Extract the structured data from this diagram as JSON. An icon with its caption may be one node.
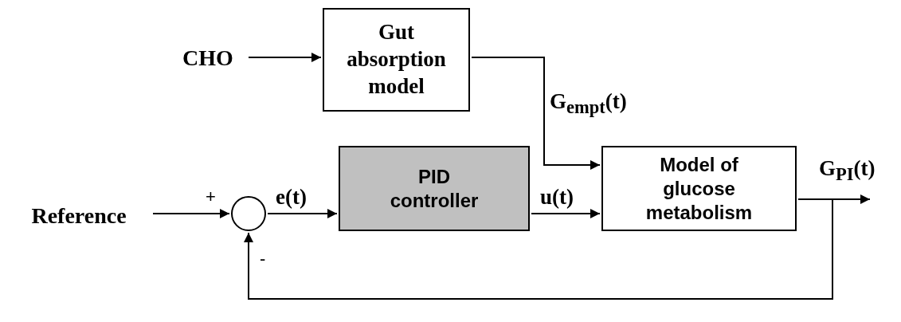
{
  "diagram": {
    "nodes": [
      {
        "text": [
          "CHO"
        ]
      },
      {
        "text": [
          "Gut absorption model"
        ]
      },
      {
        "text": [
          "Reference"
        ]
      },
      {
        "text": [],
        "shape": "circle"
      },
      {
        "text": [
          "PID controller"
        ]
      },
      {
        "text": [
          "Model of glucose metabolism"
        ]
      }
    ],
    "edges": [
      {
        "from": 0,
        "to": 1,
        "arrow": "to"
      },
      {
        "from": 1,
        "to": 5,
        "arrow": "to",
        "label": "G$_{empt}$(t)"
      },
      {
        "from": 2,
        "to": 3,
        "arrow": "to"
      },
      {
        "from": 3,
        "to": 4,
        "arrow": "to",
        "label": "e(t)"
      },
      {
        "from": 4,
        "to": 5,
        "arrow": "to",
        "label": "u(t)"
      },
      {
        "from": 5,
        "to": null,
        "arrow": "to",
        "label": "G$_{PI}$(t)"
      },
      {
        "from": 5,
        "to": 3,
        "arrow": "to"
      }
    ],
    "labels": [
      "+",
      "-"
    ]
  }
}
